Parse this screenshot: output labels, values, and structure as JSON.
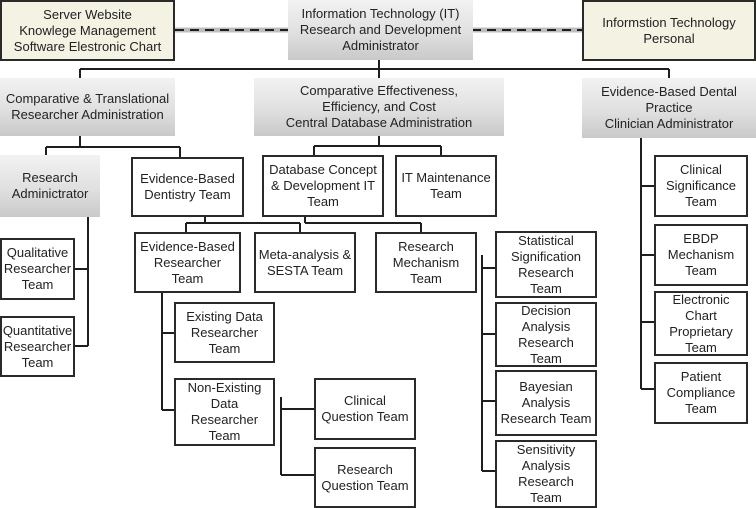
{
  "diagram": {
    "top": {
      "left": "Server Website\nKnowlege Management\nSoftware Elestronic Chart",
      "center": "Information Technology (IT)\nResearch and Development\nAdministrator",
      "right": "Informstion Technology\nPersonal"
    },
    "level2": {
      "left": "Comparative & Translational\nResearcher Administration",
      "center": "Comparative Effectiveness,\nEfficiency, and Cost\nCentral Database Administration",
      "right": "Evidence-Based Dental\nPractice\nClinician Administrator"
    },
    "left_branch": {
      "research_admin": "Research\nAdminictrator",
      "ebd_team": "Evidence-Based\nDentistry Team",
      "qualitative": "Qualitative\nResearcher\nTeam",
      "quantitative": "Quantitative\nResearcher\nTeam",
      "eb_researcher": "Evidence-Based\nResearcher\nTeam",
      "existing_data": "Existing Data\nResearcher\nTeam",
      "non_existing_data": "Non-Existing\nData\nResearcher\nTeam",
      "clinical_question": "Clinical\nQuestion Team",
      "research_question": "Research\nQuestion Team"
    },
    "center_branch": {
      "db_concept": "Database Concept\n& Development IT\nTeam",
      "it_maintenance": "IT Maintenance\nTeam",
      "meta_analysis": "Meta-analysis &\nSESTA Team",
      "research_mechanism": "Research\nMechanism\nTeam",
      "statistical": "Statistical\nSignification\nResearch\nTeam",
      "decision": "Decision\nAnalysis\nResearch\nTeam",
      "bayesian": "Bayesian\nAnalysis\nResearch Team",
      "sensitivity": "Sensitivity\nAnalysis\nResearch\nTeam"
    },
    "right_branch": {
      "clinical_significance": "Clinical\nSignificance\nTeam",
      "ebdp_mechanism": "EBDP\nMechanism\nTeam",
      "electronic_chart": "Electronic\nChart\nProprietary\nTeam",
      "patient_compliance": "Patient\nCompliance\nTeam"
    }
  }
}
